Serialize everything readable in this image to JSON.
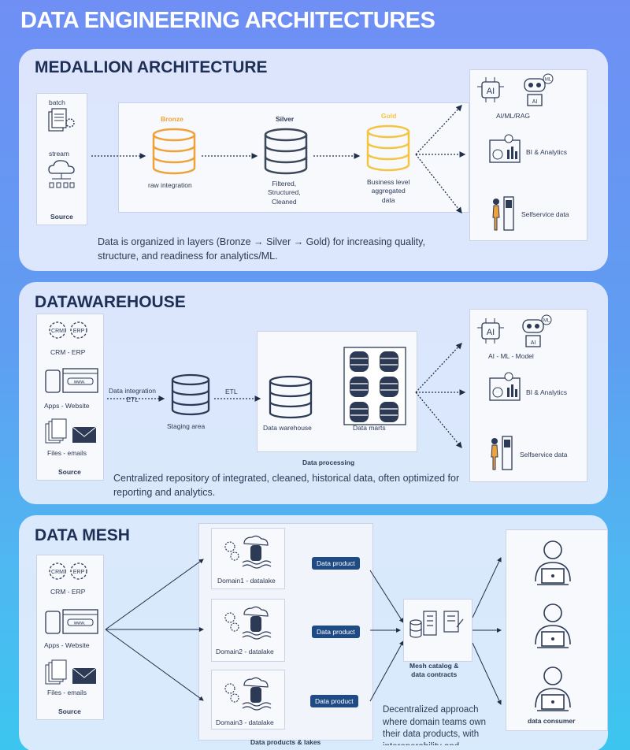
{
  "title": "DATA ENGINEERING ARCHITECTURES",
  "medallion": {
    "title": "MEDALLION ARCHITECTURE",
    "source": {
      "batch": "batch",
      "stream": "stream",
      "label": "Source"
    },
    "layers": [
      {
        "name": "Bronze",
        "desc": "raw integration",
        "color": "#f0a23a"
      },
      {
        "name": "Silver",
        "desc": "Filtered,\nStructured,\nCleaned",
        "color": "#3c4758"
      },
      {
        "name": "Gold",
        "desc": "Business level\naggregated\ndata",
        "color": "#f4c542"
      }
    ],
    "outputs": [
      "AI/ML/RAG",
      "BI & Analytics",
      "Selfservice data"
    ],
    "description": "Data is organized in layers (Bronze → Silver → Gold) for increasing quality, structure, and readiness for analytics/ML."
  },
  "warehouse": {
    "title": "DATAWAREHOUSE",
    "sources": [
      "CRM - ERP",
      "Apps - Website",
      "Files - emails"
    ],
    "source_label": "Source",
    "integration": "Data integration\nETL",
    "staging": "Staging area",
    "etl": "ETL",
    "warehouse": "Data warehouse",
    "marts": "Data marts",
    "processing": "Data processing",
    "outputs": [
      "AI - ML - Model",
      "BI & Analytics",
      "Selfservice data"
    ],
    "description": "Centralized repository of integrated, cleaned, historical data, often optimized for reporting and analytics."
  },
  "mesh": {
    "title": "DATA MESH",
    "sources": [
      "CRM - ERP",
      "Apps - Website",
      "Files - emails"
    ],
    "source_label": "Source",
    "domains": [
      "Domain1 - datalake",
      "Domain2 - datalake",
      "Domain3 - datalake"
    ],
    "product": "Data product",
    "lakes_label": "Data products & lakes",
    "catalog": "Mesh catalog &\ndata contracts",
    "consumer": "data consumer",
    "description": "Decentralized approach where domain teams own their data products, with interoperability and"
  },
  "icons": [
    "brain-ai-icon",
    "robot-ml-icon",
    "dashboard-icon",
    "person-kiosk-icon",
    "database-icon",
    "cloud-icon",
    "document-gear-icon",
    "user-laptop-icon"
  ]
}
